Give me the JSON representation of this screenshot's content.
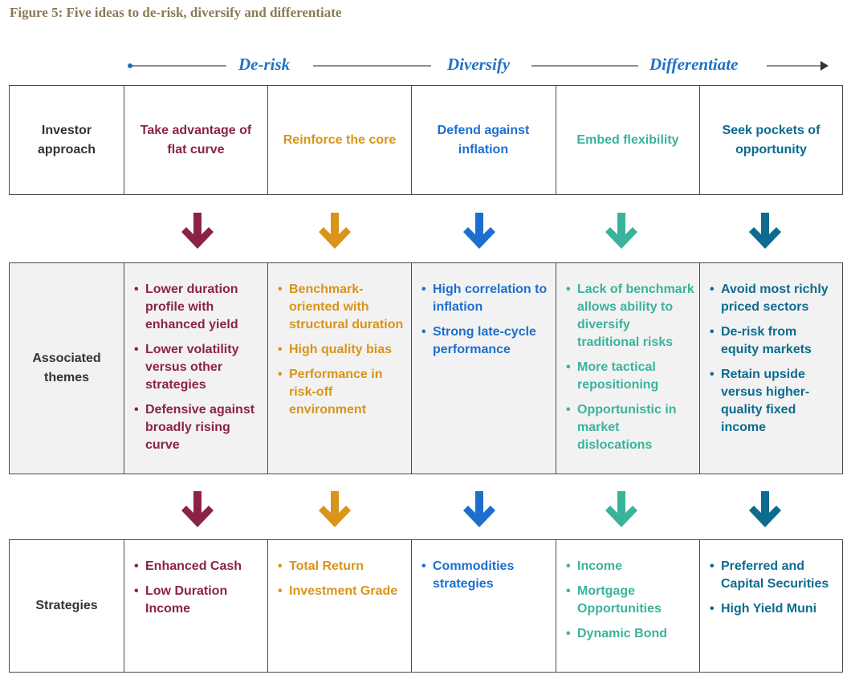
{
  "figure_title": "Figure 5: Five ideas to de-risk, diversify and differentiate",
  "flow": {
    "labels": [
      "De-risk",
      "Diversify",
      "Differentiate"
    ],
    "color": "#1f72c4"
  },
  "colors": [
    "#8b2346",
    "#d9941a",
    "#1c6fce",
    "#3bb39a",
    "#0c6b8f"
  ],
  "row_labels": {
    "approach": "Investor approach",
    "themes": "Associated themes",
    "strategies": "Strategies"
  },
  "columns": [
    {
      "approach": "Take advantage of flat curve",
      "themes": [
        "Lower duration profile with enhanced yield",
        "Lower volatility versus other strategies",
        "Defensive against broadly rising curve"
      ],
      "strategies": [
        "Enhanced Cash",
        "Low Duration Income"
      ]
    },
    {
      "approach": "Reinforce the core",
      "themes": [
        "Benchmark-oriented with structural duration",
        "High quality bias",
        "Performance in risk-off environment"
      ],
      "strategies": [
        "Total Return",
        "Investment Grade"
      ]
    },
    {
      "approach": "Defend against inflation",
      "themes": [
        "High correlation to inflation",
        "Strong late-cycle performance"
      ],
      "strategies": [
        "Commodities strategies"
      ]
    },
    {
      "approach": "Embed flexibility",
      "themes": [
        "Lack of benchmark allows ability to diversify traditional risks",
        "More tactical repositioning",
        "Opportunistic in market dislocations"
      ],
      "strategies": [
        "Income",
        "Mortgage Opportunities",
        "Dynamic Bond"
      ]
    },
    {
      "approach": "Seek pockets of opportunity",
      "themes": [
        "Avoid most richly priced sectors",
        "De-risk from equity markets",
        "Retain upside versus higher-quality fixed income"
      ],
      "strategies": [
        "Preferred and Capital Securities",
        "High Yield Muni"
      ]
    }
  ]
}
